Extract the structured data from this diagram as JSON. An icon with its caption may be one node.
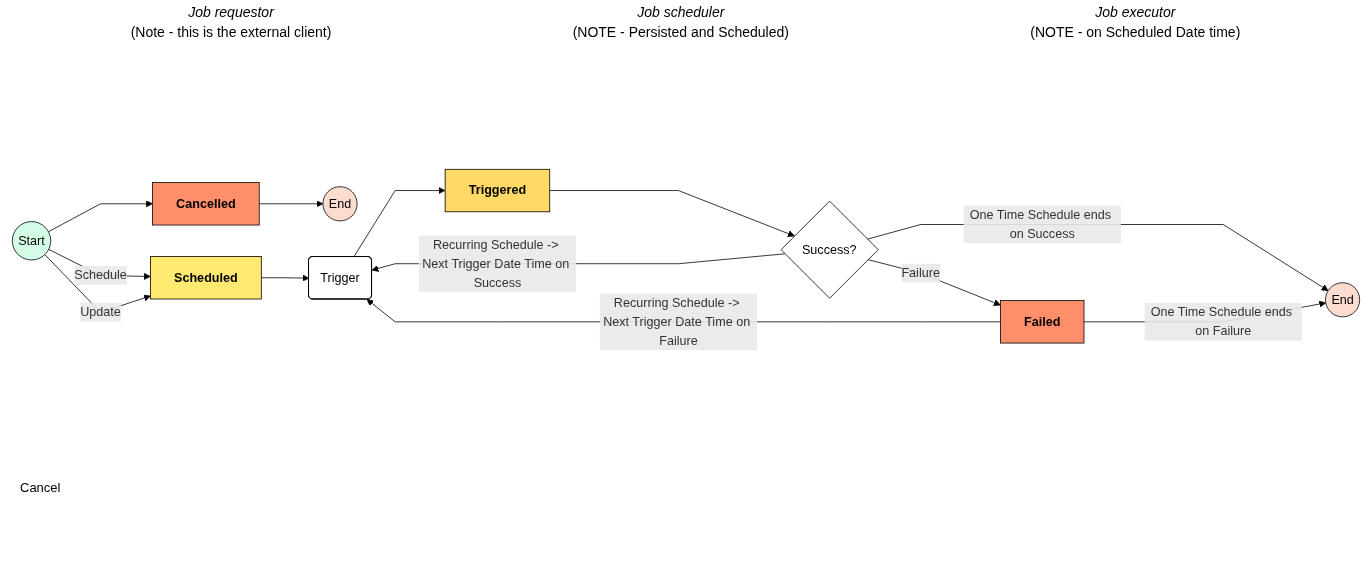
{
  "diagram": {
    "nodes": [
      {
        "text": [
          "Start"
        ]
      },
      {
        "text": [
          "Scheduled"
        ]
      },
      {
        "text": [
          "Cancelled"
        ]
      },
      {
        "text": [
          "End"
        ]
      },
      {
        "text": [
          "Trigger"
        ]
      },
      {
        "text": [
          "Triggered"
        ]
      },
      {
        "text": [
          "Success?"
        ]
      },
      {
        "text": [
          "Failed"
        ]
      },
      {
        "text": [
          "End"
        ]
      }
    ],
    "edges": [
      {
        "from": 0,
        "to": 1,
        "arrow": "to",
        "label": "Schedule"
      },
      {
        "from": 0,
        "to": 1,
        "arrow": "to",
        "label": "Update"
      },
      {
        "from": 0,
        "to": 2,
        "arrow": "to"
      },
      {
        "from": 2,
        "to": 3,
        "arrow": "to"
      },
      {
        "from": 1,
        "to": 4,
        "arrow": "to"
      },
      {
        "from": 4,
        "to": 5,
        "arrow": "to"
      },
      {
        "from": 5,
        "to": 6,
        "arrow": "to"
      },
      {
        "from": 6,
        "to": 7,
        "arrow": "to",
        "label": "Failure"
      },
      {
        "from": 6,
        "to": 4,
        "arrow": "to",
        "label": "Recurring Schedule -> Next Trigger Date Time on Success"
      },
      {
        "from": 7,
        "to": 4,
        "arrow": "to",
        "label": "Recurring Schedule -> Next Trigger Date Time on Failure"
      },
      {
        "from": 6,
        "to": 8,
        "arrow": "to",
        "label": "One Time Schedule ends on Success"
      },
      {
        "from": 7,
        "to": 8,
        "arrow": "to",
        "label": "One Time Schedule ends on Failure"
      }
    ],
    "labels": [
      "Job requestor",
      "Job scheduler",
      "Job executor",
      "(Note - this is the external client)",
      "(NOTE - Persisted and Scheduled)",
      "(NOTE - on Scheduled Date time)",
      "Cancel"
    ]
  }
}
